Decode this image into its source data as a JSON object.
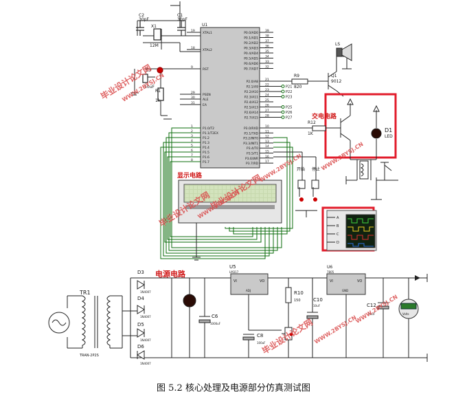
{
  "caption": "图 5.2  核心处理及电源部分仿真测试图",
  "watermark": {
    "line1": "毕业设计论文网",
    "line2": "WWW.2BYSJ.CN",
    "color": "#d94a4a"
  },
  "colors": {
    "wire": "#222222",
    "wire_green": "#0a6b0a",
    "highlight": "#e21c2b",
    "label_red": "#d01818",
    "chip_fill": "#c9c9c9",
    "lcd_screen": "#cfe0b8"
  },
  "mcu": {
    "ref": "U1",
    "left_pins": [
      {
        "no": "19",
        "name": "XTAL1"
      },
      {
        "no": "18",
        "name": "XTAL2"
      },
      {
        "no": "9",
        "name": "RST"
      },
      {
        "no": "29",
        "name": "PSEN"
      },
      {
        "no": "30",
        "name": "ALE"
      },
      {
        "no": "31",
        "name": "EA"
      },
      {
        "no": "1",
        "name": "P1.0/T2"
      },
      {
        "no": "2",
        "name": "P1.1/T2EX"
      },
      {
        "no": "3",
        "name": "P1.2"
      },
      {
        "no": "4",
        "name": "P1.3"
      },
      {
        "no": "5",
        "name": "P1.4"
      },
      {
        "no": "6",
        "name": "P1.5"
      },
      {
        "no": "7",
        "name": "P1.6"
      },
      {
        "no": "8",
        "name": "P1.7"
      }
    ],
    "right_pins": [
      {
        "no": "39",
        "name": "P0.0/AD0"
      },
      {
        "no": "38",
        "name": "P0.1/AD1"
      },
      {
        "no": "37",
        "name": "P0.2/AD2"
      },
      {
        "no": "36",
        "name": "P0.3/AD3"
      },
      {
        "no": "35",
        "name": "P0.4/AD4"
      },
      {
        "no": "34",
        "name": "P0.5/AD5"
      },
      {
        "no": "33",
        "name": "P0.6/AD6"
      },
      {
        "no": "32",
        "name": "P0.7/AD7"
      },
      {
        "no": "21",
        "name": "P2.0/A8"
      },
      {
        "no": "22",
        "name": "P2.1/A9"
      },
      {
        "no": "23",
        "name": "P2.2/A10"
      },
      {
        "no": "24",
        "name": "P2.3/A11"
      },
      {
        "no": "25",
        "name": "P2.4/A12"
      },
      {
        "no": "26",
        "name": "P2.5/A13"
      },
      {
        "no": "27",
        "name": "P2.6/A14"
      },
      {
        "no": "28",
        "name": "P2.7/A15"
      },
      {
        "no": "10",
        "name": "P3.0/RXD"
      },
      {
        "no": "11",
        "name": "P3.1/TXD"
      },
      {
        "no": "12",
        "name": "P3.2/INT0"
      },
      {
        "no": "13",
        "name": "P3.3/INT1"
      },
      {
        "no": "14",
        "name": "P3.4/T0"
      },
      {
        "no": "15",
        "name": "P3.5/T1"
      },
      {
        "no": "16",
        "name": "P3.6/WR"
      },
      {
        "no": "17",
        "name": "P3.7/RD"
      }
    ]
  },
  "p2_taps": [
    "P21",
    "P22",
    "P23",
    "P25",
    "P26",
    "P27"
  ],
  "parts": {
    "c2": {
      "ref": "C2",
      "val": "30pF"
    },
    "c1": {
      "ref": "C1",
      "val": "30pF"
    },
    "x1": {
      "ref": "X1",
      "val": "12M"
    },
    "c3": {
      "ref": "C3",
      "val": "10uF"
    },
    "r1": {
      "ref": "R1",
      "val": "1k"
    },
    "r9": {
      "ref": "R9",
      "val": "820"
    },
    "q1": {
      "ref": "Q1",
      "val": "9012"
    },
    "ls": {
      "ref": "LS"
    },
    "r12": {
      "ref": "R12",
      "val": "1K"
    },
    "d1": {
      "ref": "D1",
      "val": "LED"
    },
    "tr1": {
      "ref": "TR1",
      "val": "TRAN-2P2S"
    },
    "d3": {
      "ref": "D3",
      "val": "1N4007"
    },
    "d4": {
      "ref": "D4",
      "val": "1N4007"
    },
    "d5": {
      "ref": "D5",
      "val": "1N4007"
    },
    "d6": {
      "ref": "D6",
      "val": "1N4007"
    },
    "u5": {
      "ref": "U5",
      "val": "LM317"
    },
    "c6": {
      "ref": "C6",
      "val": "1000uF"
    },
    "c8": {
      "ref": "C8",
      "val": "100uF"
    },
    "r10": {
      "ref": "R10",
      "val": "150"
    },
    "c10": {
      "ref": "C10",
      "val": "10uF"
    },
    "u6": {
      "ref": "U6",
      "val": "7805"
    },
    "c12": {
      "ref": "C12",
      "val": "10uF"
    },
    "vi": "VI",
    "vo": "VO",
    "adj": "ADJ",
    "gnd": "GND",
    "volts": "Volts"
  },
  "labels": {
    "display_circuit": "显示电路",
    "power_circuit": "电源电路",
    "ac_circuit": "交电电路",
    "btn1": "开始",
    "btn2": "停止"
  },
  "scope_channels": [
    "A",
    "B",
    "C",
    "D"
  ]
}
